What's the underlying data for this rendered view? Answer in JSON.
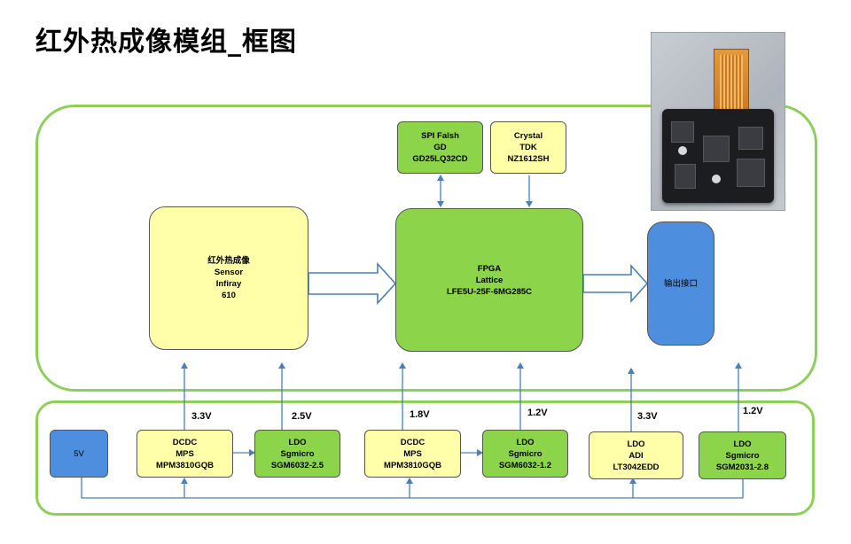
{
  "title": "红外热成像模组_框图",
  "photo": {
    "icon": "thermal-module-photo"
  },
  "blocks": {
    "spi_flash": [
      "SPI Falsh",
      "GD",
      "GD25LQ32CD"
    ],
    "crystal": [
      "Crystal",
      "TDK",
      "NZ1612SH"
    ],
    "sensor": [
      "红外热成像",
      "Sensor",
      "Infiray",
      "610"
    ],
    "fpga": [
      "FPGA",
      "Lattice",
      "LFE5U-25F-6MG285C"
    ],
    "output": [
      "输出接口"
    ]
  },
  "power": {
    "input": "5V",
    "dcdc1": [
      "DCDC",
      "MPS",
      "MPM3810GQB"
    ],
    "ldo1": [
      "LDO",
      "Sgmicro",
      "SGM6032-2.5"
    ],
    "dcdc2": [
      "DCDC",
      "MPS",
      "MPM3810GQB"
    ],
    "ldo2": [
      "LDO",
      "Sgmicro",
      "SGM6032-1.2"
    ],
    "ldo3": [
      "LDO",
      "ADI",
      "LT3042EDD"
    ],
    "ldo4": [
      "LDO",
      "Sgmicro",
      "SGM2031-2.8"
    ]
  },
  "voltages": {
    "v1": "3.3V",
    "v2": "2.5V",
    "v3": "1.8V",
    "v4": "1.2V",
    "v5": "3.3V",
    "v6": "1.2V"
  },
  "colors": {
    "panel_border": "#8fce5a",
    "green_block": "#8cd44a",
    "yellow_block": "#ffffaa",
    "blue_block": "#4d8fde",
    "wire": "#4a7fb8"
  }
}
